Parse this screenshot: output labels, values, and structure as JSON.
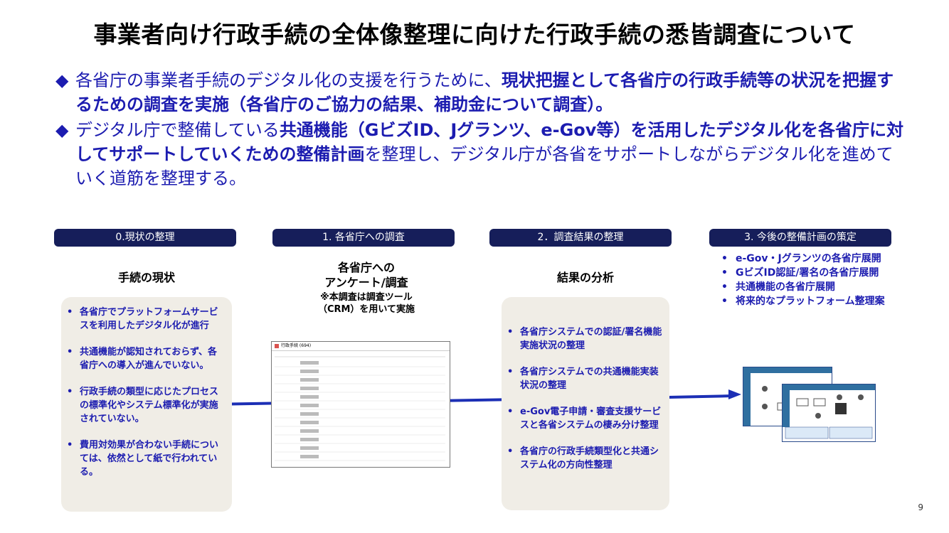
{
  "title": "事業者向け行政手続の全体像整理に向けた行政手続の悉皆調査について",
  "bullets": [
    {
      "mark": "◆",
      "text_plain": "各省庁の事業者手続のデジタル化の支援を行うために、",
      "text_bold": "現状把握として各省庁の行政手続等の状況を把握するための調査を実施（各省庁のご協力の結果、補助金について調査）。",
      "text_after": ""
    },
    {
      "mark": "◆",
      "text_plain": "デジタル庁で整備している",
      "text_bold": "共通機能（GビズID、Jグランツ、e-Gov等）を活用したデジタル化を各省庁に対してサポートしていくための整備計画",
      "text_after": "を整理し、デジタル庁が各省をサポートしながらデジタル化を進めていく道筋を整理する。"
    }
  ],
  "steps": [
    {
      "label": "0.現状の整理"
    },
    {
      "label": "1. 各省庁への調査"
    },
    {
      "label": "2．調査結果の整理"
    },
    {
      "label": "3. 今後の整備計画の策定"
    }
  ],
  "col0": {
    "heading": "手続の現状",
    "items": [
      "各省庁でプラットフォームサービスを利用したデジタル化が進行",
      "共通機能が認知されておらず、各省庁への導入が進んでいない。",
      "行政手続の類型に応じたプロセスの標準化やシステム標準化が実施されていない。",
      "費用対効果が合わない手続については、依然として紙で行われている。"
    ]
  },
  "col1": {
    "heading_line1": "各省庁への",
    "heading_line2": "アンケート/調査",
    "note_line1": "※本調査は調査ツール",
    "note_line2": "（CRM）を用いて実施",
    "mock_title": "行政手続 (694)"
  },
  "col2": {
    "heading": "結果の分析",
    "items": [
      "各省庁システムでの認証/署名機能実施状況の整理",
      "各省庁システムでの共通機能実装状況の整理",
      "e-Gov電子申請・審査支援サービスと各省システムの棲み分け整理",
      "各省庁の行政手続類型化と共通システム化の方向性整理"
    ]
  },
  "col3": {
    "items": [
      "e-Gov・Jグランツの各省庁展開",
      "GビズID認証/署名の各省庁展開",
      "共通機能の各省庁展開",
      "将来的なプラットフォーム整理案"
    ]
  },
  "page_number": "9",
  "colors": {
    "navy": "#161e5a",
    "blue_text": "#1c1cb0",
    "card_bg": "#f0ede6",
    "flow": "#1c2fb5"
  }
}
